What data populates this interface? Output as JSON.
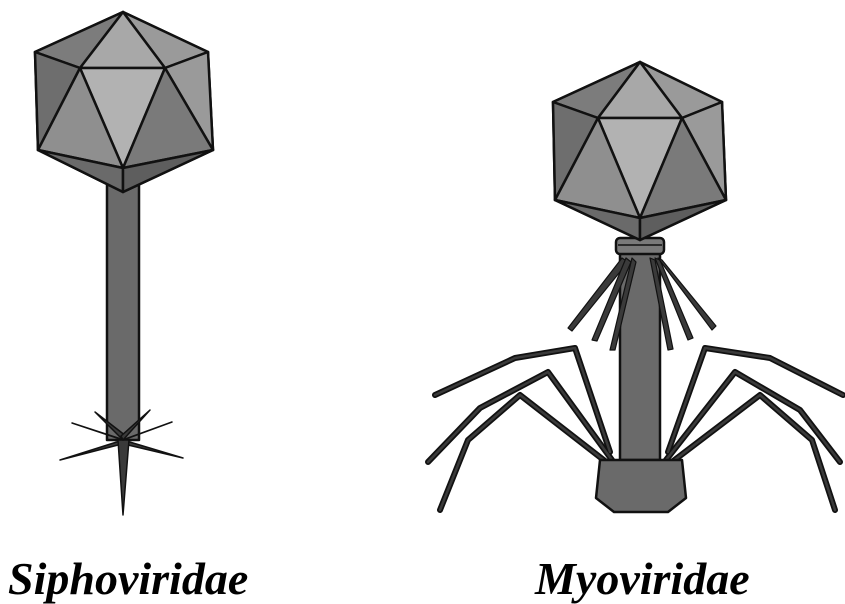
{
  "phages": [
    {
      "name": "Siphoviridae",
      "tail": "long non-contractile tail",
      "icon": "siphovirus-phage-icon"
    },
    {
      "name": "Myoviridae",
      "tail": "contractile tail with tail fibers",
      "icon": "myovirus-phage-icon"
    }
  ],
  "colors": {
    "light_facet": "#a8a8a8",
    "mid_facet": "#8a8a8a",
    "dark_facet": "#6e6e6e",
    "tail": "#6a6a6a",
    "outline": "#111111"
  }
}
